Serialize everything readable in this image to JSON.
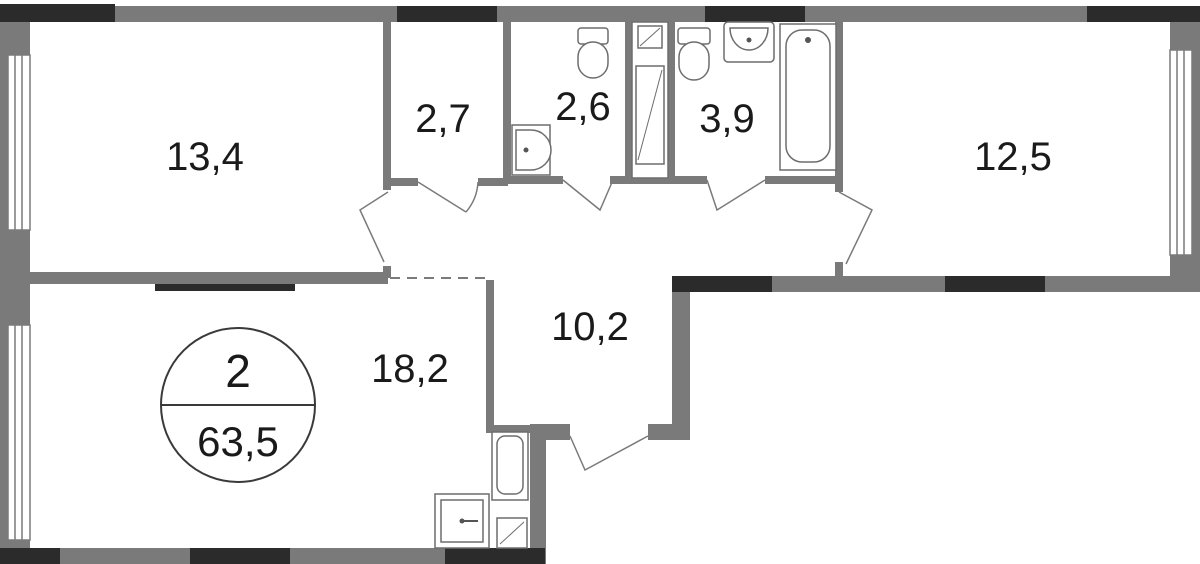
{
  "plan": {
    "rooms": [
      {
        "id": "bedroom-left",
        "area": "13,4"
      },
      {
        "id": "closet",
        "area": "2,7"
      },
      {
        "id": "wc-1",
        "area": "2,6"
      },
      {
        "id": "bathroom",
        "area": "3,9"
      },
      {
        "id": "bedroom-right",
        "area": "12,5"
      },
      {
        "id": "hallway",
        "area": "10,2"
      },
      {
        "id": "kitchen-living",
        "area": "18,2"
      }
    ],
    "badge": {
      "rooms": "2",
      "total_area": "63,5"
    },
    "colors": {
      "wall": "#7a7a7a",
      "window": "#2b2b2b",
      "background": "#ffffff"
    }
  }
}
